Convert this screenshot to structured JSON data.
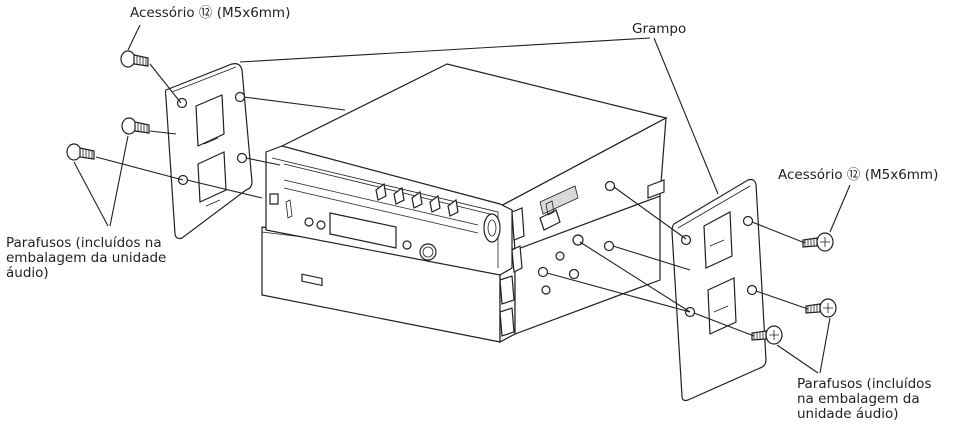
{
  "labels": {
    "accessory_top_left": "Acessório ⑫ (M5x6mm)",
    "accessory_right": "Acessório ⑫ (M5x6mm)",
    "bracket": "Grampo",
    "screws_left": "Parafusos (incluídos na embalagem da unidade áudio)",
    "screws_right": "Parafusos (incluídos na embalagem da unidade áudio)"
  },
  "colors": {
    "line": "#231f20",
    "background": "#ffffff",
    "shade": "#d9d9d9"
  }
}
